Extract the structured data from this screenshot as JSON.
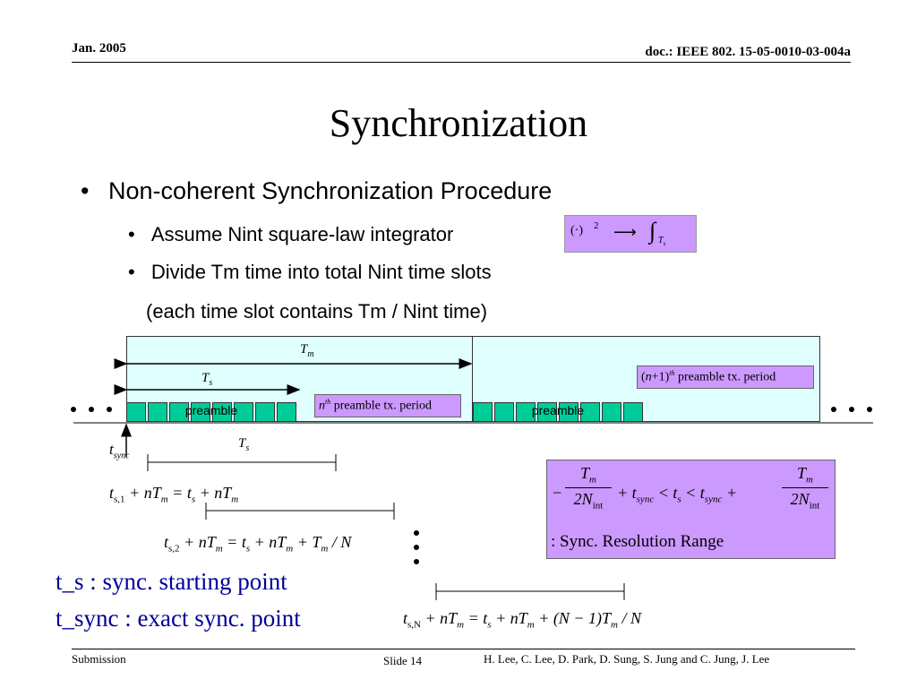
{
  "header": {
    "date": "Jan. 2005",
    "doc_id": "doc.: IEEE 802. 15-05-0010-03-004a"
  },
  "title": "Synchronization",
  "bullets": {
    "main": "Non-coherent Synchronization Procedure",
    "sub1": "Assume Nint square-law integrator",
    "sub2": "Divide Tm time into total Nint time slots",
    "sub2_cont": "(each time slot contains Tm / Nint time)"
  },
  "integrator_box": {
    "power": "(·)",
    "exp": "2",
    "arrow": "⟶",
    "integral": "∫",
    "sub": "T",
    "subsub": "s"
  },
  "diagram": {
    "tm_label": "T",
    "tm_sub": "m",
    "ts_label": "T",
    "ts_sub": "s",
    "preamble1": "preamble",
    "preamble2": "preamble",
    "nth_n": "n",
    "nth_sup": "th",
    "nth_text": "preamble tx. period",
    "n1_pre": "(",
    "n1_n": "n",
    "n1_mid": "+1)",
    "n1_sup": "th",
    "n1_text": "preamble tx. period",
    "tsync_t": "t",
    "tsync_sub": "sync",
    "ts2_label": "T",
    "ts2_sub": "s"
  },
  "equations": {
    "eq1": {
      "t": "t",
      "sub": "s,1",
      "rest": "+ nT",
      "rest_sub": "m",
      "eq": "= t",
      "eq_sub": "s",
      "tail": "+ nT",
      "tail_sub": "m"
    },
    "eq2": {
      "t": "t",
      "sub": "s,2",
      "rest": "+ nT",
      "rest_sub": "m",
      "eq": "= t",
      "eq_sub": "s",
      "tail": "+ nT",
      "tail_sub": "m",
      "extra": "+ T",
      "extra_sub": "m",
      "div": "/ N"
    },
    "eqN": {
      "t": "t",
      "sub": "s,N",
      "rest": "+ nT",
      "rest_sub": "m",
      "eq": "= t",
      "eq_sub": "s",
      "tail": "+ nT",
      "tail_sub": "m",
      "extra": "+ (N − 1)T",
      "extra_sub": "m",
      "div": "/ N"
    }
  },
  "range_box": {
    "minus": "−",
    "frac_num": "T",
    "frac_num_sub": "m",
    "frac_den": "2N",
    "frac_den_sub": "int",
    "plus_tsync": "+ t",
    "plus_tsync_sub": "sync",
    "lt1": "< t",
    "lt1_sub": "s",
    "lt2": "< t",
    "lt2_sub": "sync",
    "plus": "+",
    "label": ":  Sync. Resolution Range"
  },
  "legend": {
    "ts_def": "t_s : sync. starting point",
    "tsync_def": "t_sync : exact sync. point"
  },
  "footer": {
    "left": "Submission",
    "slide": "Slide 14",
    "authors": "H. Lee, C. Lee, D. Park, D. Sung, S. Jung and C. Jung, J. Lee"
  },
  "colors": {
    "band": "#e0ffff",
    "preamble_cell": "#00cc99",
    "purple_box": "#cc99ff",
    "legend_text": "#000099"
  }
}
